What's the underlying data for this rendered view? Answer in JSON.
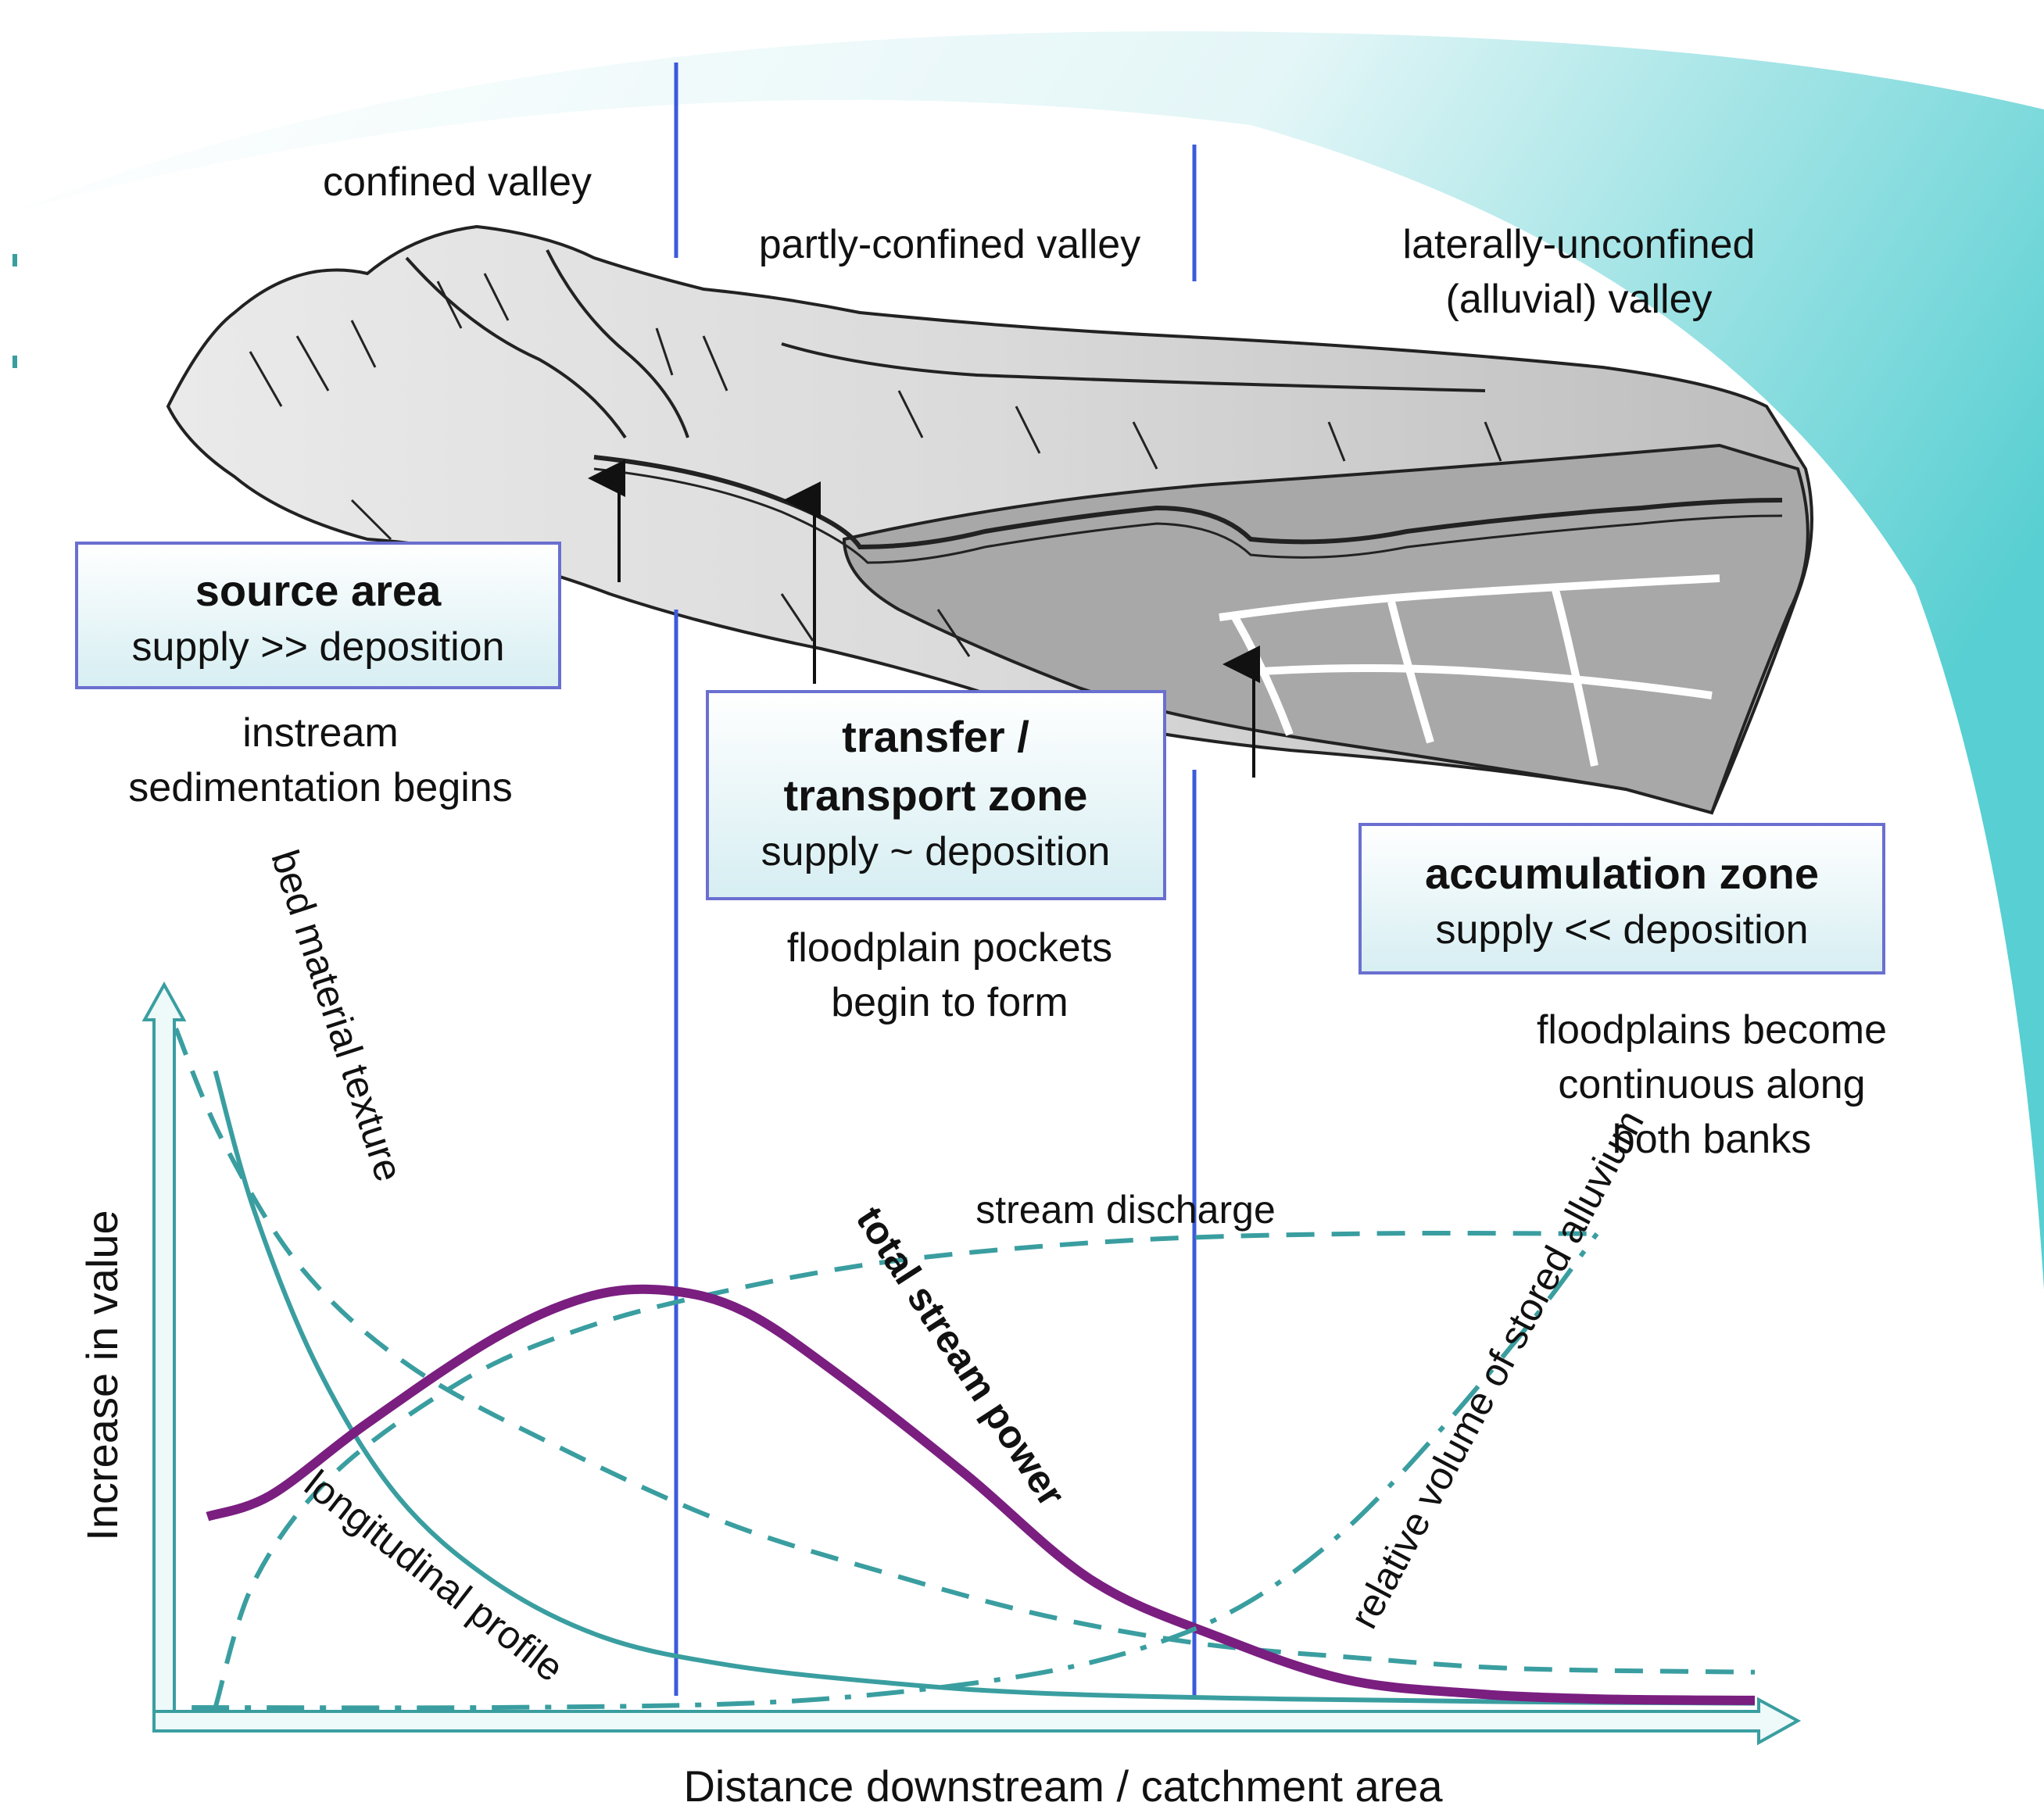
{
  "valley_labels": {
    "confined": "confined valley",
    "partly_confined": "partly-confined valley",
    "unconfined_line1": "laterally-unconfined",
    "unconfined_line2": "(alluvial) valley"
  },
  "zones": {
    "source": {
      "title": "source area",
      "sub": "supply >> deposition"
    },
    "transfer": {
      "title_line1": "transfer /",
      "title_line2": "transport zone",
      "sub": "supply ~ deposition"
    },
    "accumulation": {
      "title": "accumulation zone",
      "sub": "supply << deposition"
    }
  },
  "notes": {
    "instream_line1": "instream",
    "instream_line2": "sedimentation begins",
    "pockets_line1": "floodplain pockets",
    "pockets_line2": "begin to form",
    "continuous_line1": "floodplains become",
    "continuous_line2": "continuous along",
    "continuous_line3": "both banks"
  },
  "chart_data": {
    "type": "line",
    "xlabel": "Distance downstream / catchment area",
    "ylabel": "Increase in value",
    "series": [
      {
        "name": "bed material texture",
        "style": "dashed",
        "color": "#3a9ea0",
        "x": [
          0,
          0.03,
          0.08,
          0.15,
          0.25,
          0.35,
          0.45,
          0.55,
          0.65,
          0.75,
          0.85,
          1.0
        ],
        "y": [
          0.96,
          0.8,
          0.62,
          0.48,
          0.36,
          0.26,
          0.19,
          0.13,
          0.09,
          0.07,
          0.055,
          0.05
        ]
      },
      {
        "name": "longitudinal profile",
        "style": "solid",
        "color": "#3a9ea0",
        "x": [
          0.025,
          0.05,
          0.09,
          0.14,
          0.2,
          0.27,
          0.35,
          0.45,
          0.55,
          0.7,
          0.85,
          1.0
        ],
        "y": [
          0.9,
          0.7,
          0.48,
          0.3,
          0.18,
          0.1,
          0.06,
          0.035,
          0.02,
          0.012,
          0.008,
          0.006
        ]
      },
      {
        "name": "stream discharge",
        "style": "dashed",
        "color": "#3a9ea0",
        "x": [
          0.025,
          0.05,
          0.1,
          0.18,
          0.25,
          0.33,
          0.45,
          0.6,
          0.75,
          0.9
        ],
        "y": [
          0.0,
          0.18,
          0.33,
          0.46,
          0.53,
          0.58,
          0.63,
          0.66,
          0.67,
          0.67
        ]
      },
      {
        "name": "total stream power",
        "style": "solid",
        "color": "#7a1e80",
        "x": [
          0.02,
          0.06,
          0.12,
          0.2,
          0.26,
          0.31,
          0.36,
          0.42,
          0.5,
          0.58,
          0.66,
          0.74,
          0.82,
          0.9,
          1.0
        ],
        "y": [
          0.27,
          0.3,
          0.4,
          0.52,
          0.58,
          0.59,
          0.56,
          0.47,
          0.33,
          0.18,
          0.1,
          0.04,
          0.02,
          0.012,
          0.01
        ]
      },
      {
        "name": "relative volume of stored alluvium",
        "style": "dashdot",
        "color": "#3a9ea0",
        "x": [
          0.01,
          0.2,
          0.35,
          0.45,
          0.55,
          0.62,
          0.68,
          0.74,
          0.8,
          0.86,
          0.9
        ],
        "y": [
          0.0,
          0.0,
          0.005,
          0.02,
          0.05,
          0.09,
          0.15,
          0.25,
          0.39,
          0.55,
          0.67
        ]
      }
    ],
    "zone_boundaries_x": [
      0.32,
      0.66
    ]
  }
}
